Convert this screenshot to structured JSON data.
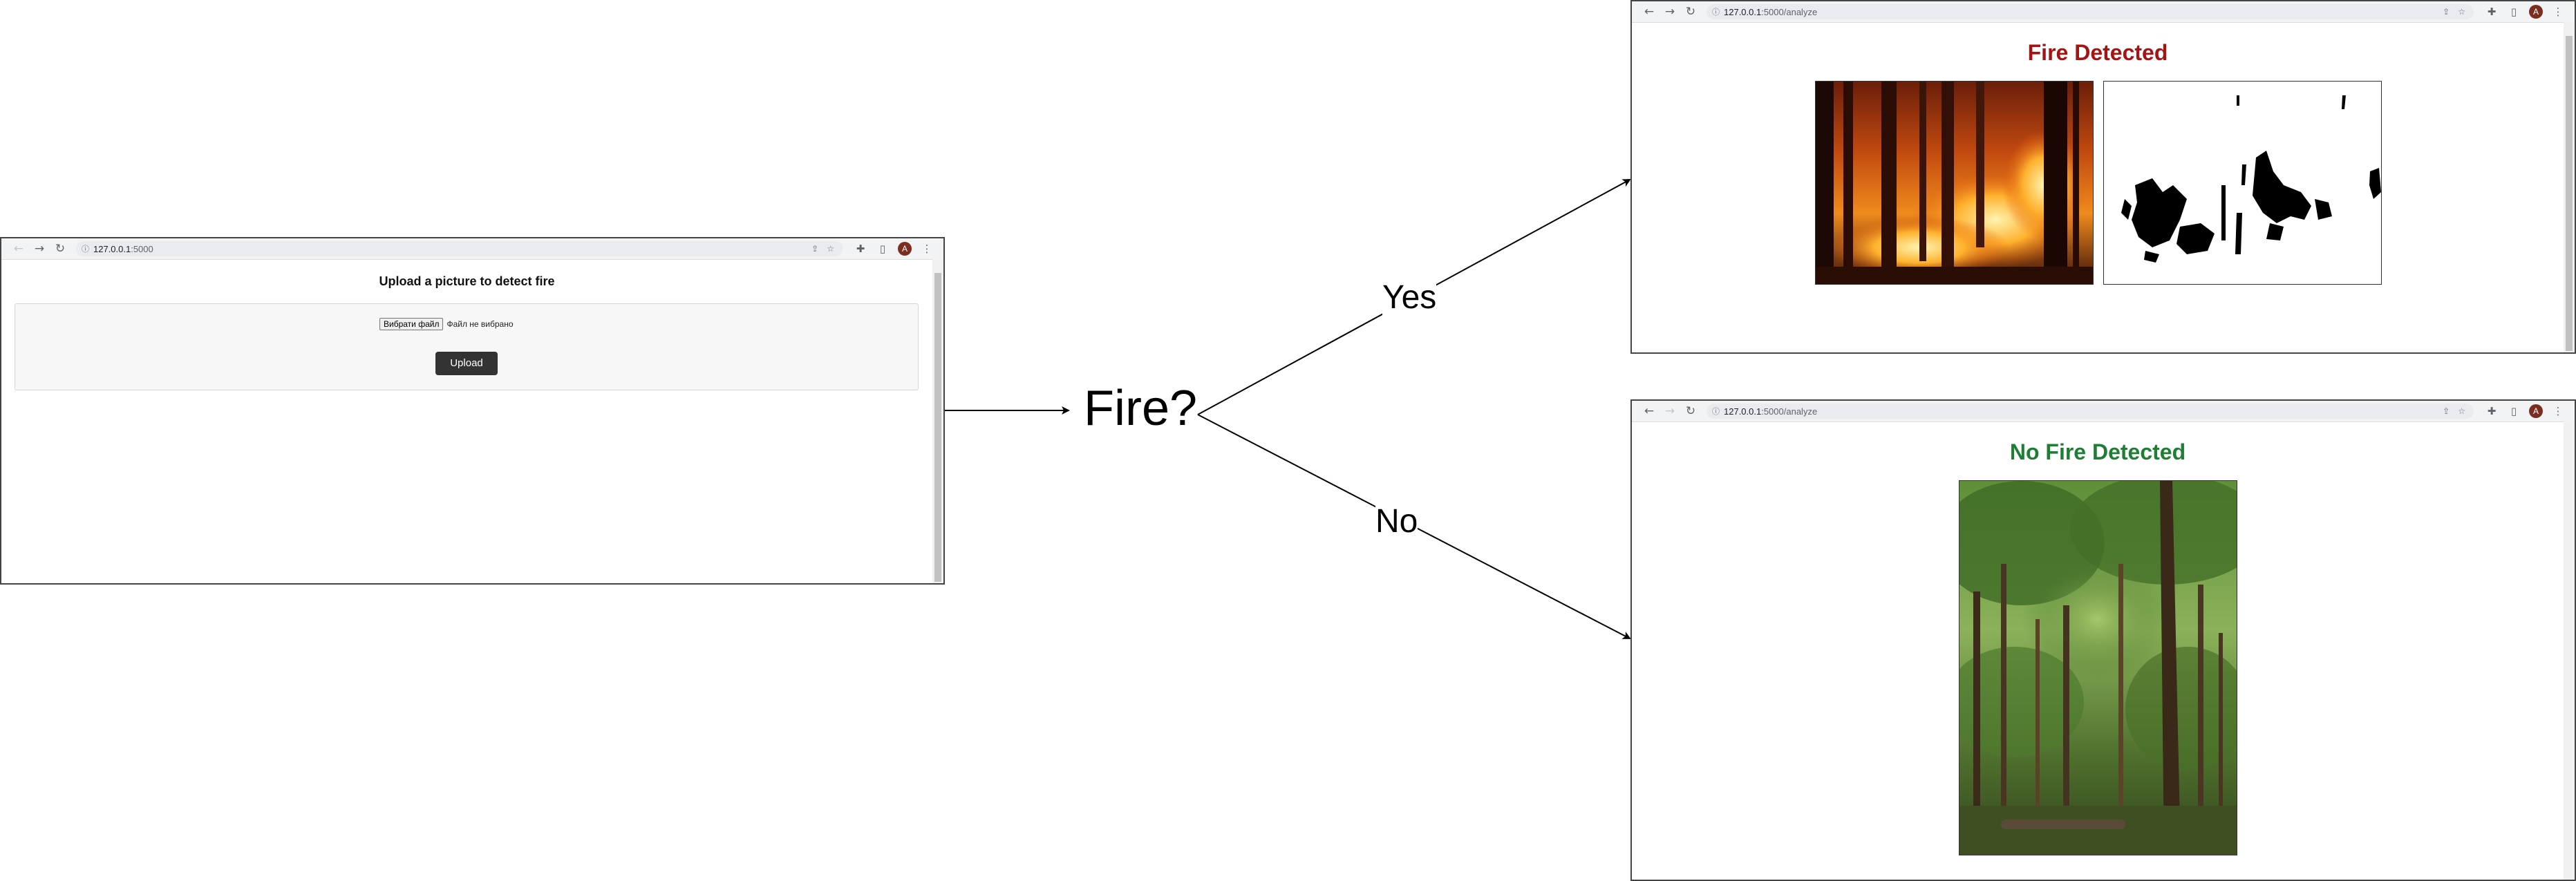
{
  "diagram": {
    "decision_label": "Fire?",
    "yes_label": "Yes",
    "no_label": "No"
  },
  "upload_window": {
    "url_host": "127.0.0.1",
    "url_rest": ":5000",
    "heading": "Upload a picture to detect fire",
    "file_button": "Вибрати файл",
    "file_status": "Файл не вибрано",
    "upload_button": "Upload"
  },
  "fire_window": {
    "url_host": "127.0.0.1",
    "url_rest": ":5000/analyze",
    "heading": "Fire Detected",
    "heading_color": "#a31515"
  },
  "nofire_window": {
    "url_host": "127.0.0.1",
    "url_rest": ":5000/analyze",
    "heading": "No Fire Detected",
    "heading_color": "#1e7e34"
  },
  "browser": {
    "avatar_letter": "A"
  },
  "icons": [
    "back-icon",
    "forward-icon",
    "reload-icon",
    "info-icon",
    "share-icon",
    "star-icon",
    "extensions-icon",
    "sidepanel-icon",
    "menu-icon"
  ]
}
